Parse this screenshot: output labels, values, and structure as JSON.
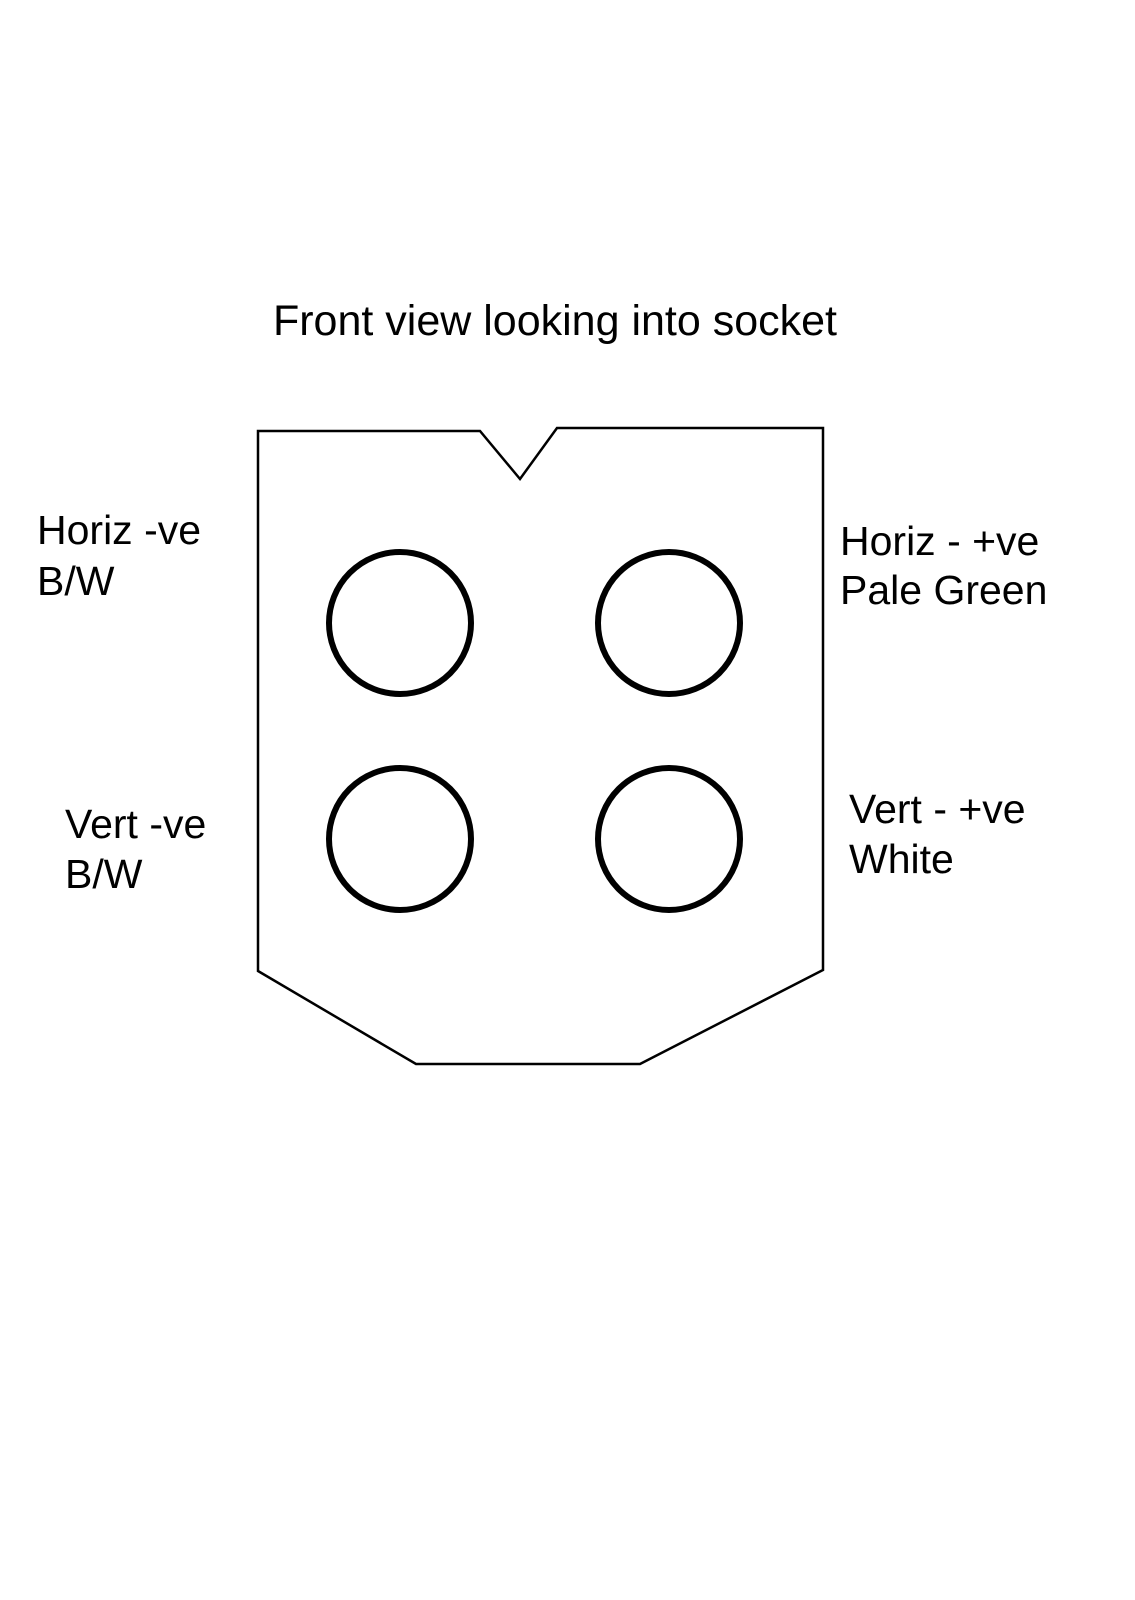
{
  "title": "Front view looking into socket",
  "pins": [
    {
      "name": "Horiz -ve",
      "wire": "B/W"
    },
    {
      "name": "Horiz - +ve",
      "wire": "Pale Green"
    },
    {
      "name": "Vert -ve",
      "wire": "B/W"
    },
    {
      "name": "Vert - +ve",
      "wire": "White"
    }
  ]
}
